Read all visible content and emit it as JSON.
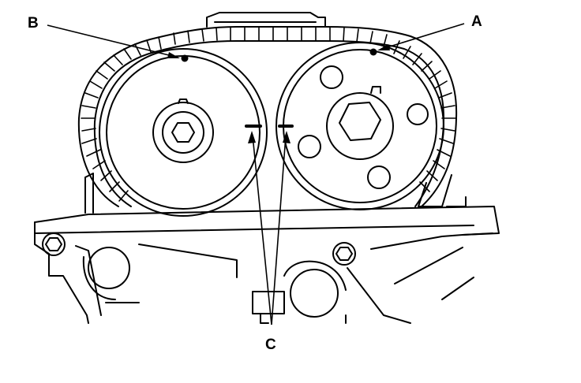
{
  "diagram": {
    "callouts": {
      "a": "A",
      "b": "B",
      "c": "C"
    },
    "colors": {
      "ink": "#000000",
      "paper": "#ffffff"
    }
  }
}
